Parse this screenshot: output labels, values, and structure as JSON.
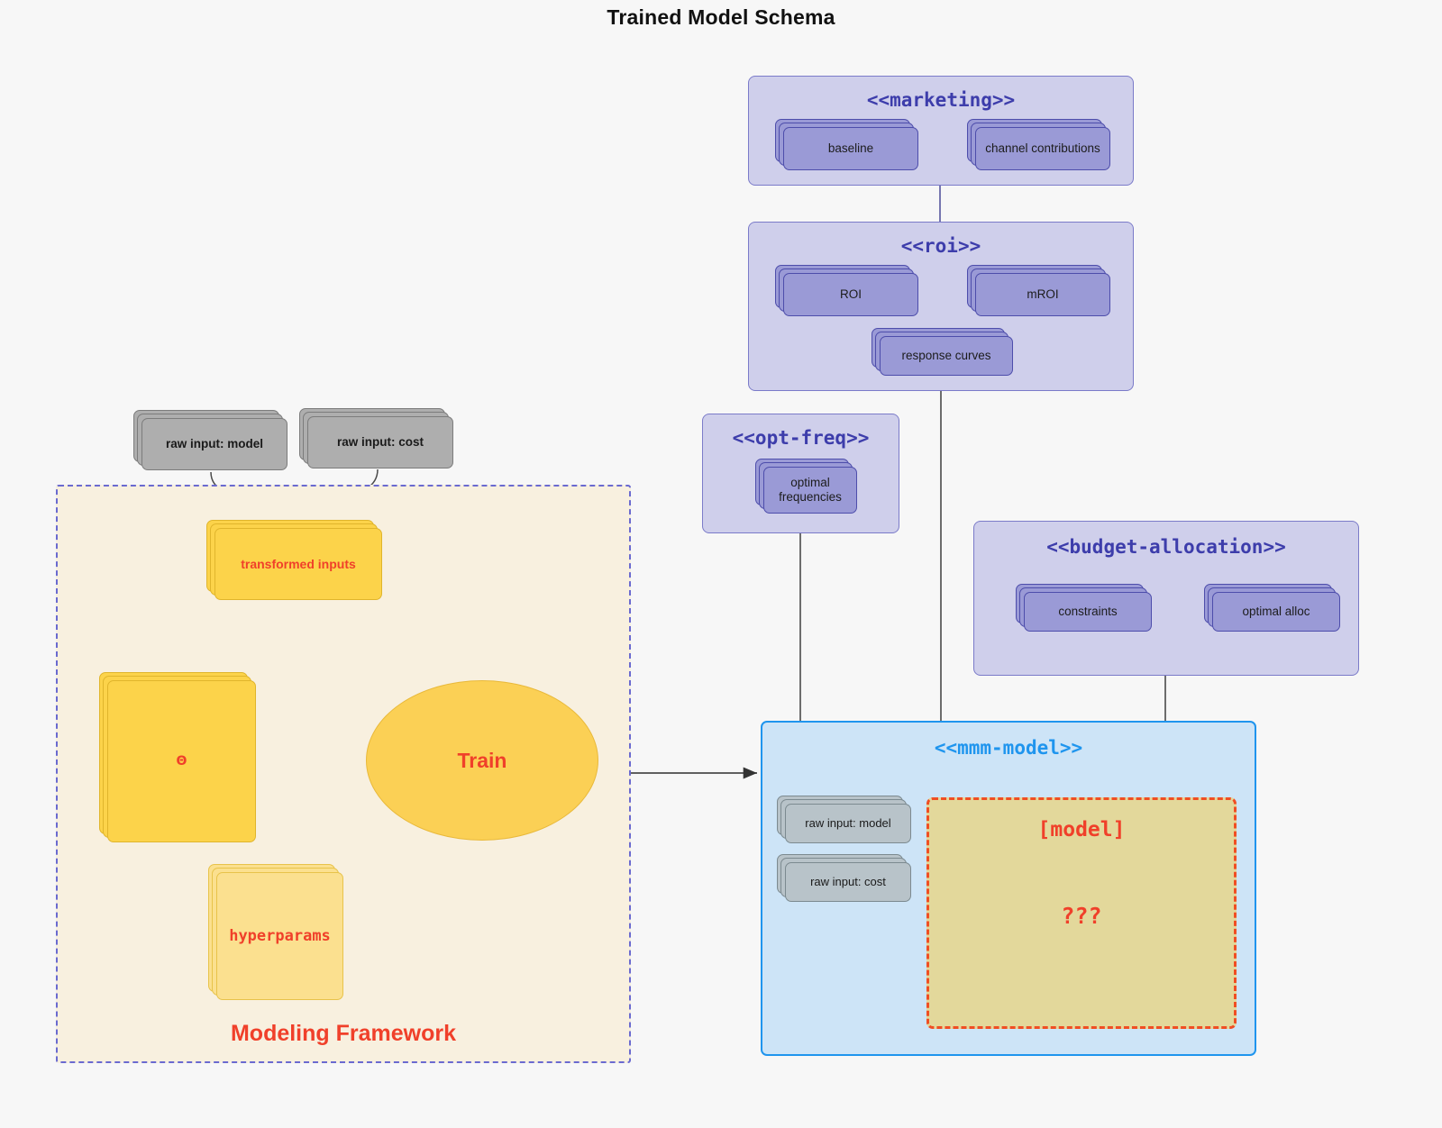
{
  "title": "Trained Model Schema",
  "colors": {
    "background": "#f7f7f7",
    "package_fill": "#cfcfeb",
    "package_border": "#7b7bc9",
    "package_title": "#3d3dab",
    "node_purple_fill": "#9a9ad6",
    "node_purple_border": "#4d4dab",
    "node_grey_fill": "#aeaeae",
    "node_grey_border": "#7c7c7c",
    "framework_fill": "#f8f0df",
    "framework_border": "#6a6ad0",
    "accent_red": "#f0402a",
    "yellow_fill": "#fcd34a",
    "yellow_light_fill": "#fbe08f",
    "mmm_fill": "#cde4f7",
    "mmm_border": "#1f95ee",
    "modelbox_fill": "#e3d89b",
    "modelbox_border": "#f04e23"
  },
  "packages": {
    "marketing": {
      "title": "<<marketing>>",
      "nodes": [
        {
          "label": "baseline"
        },
        {
          "label": "channel contributions"
        }
      ]
    },
    "roi": {
      "title": "<<roi>>",
      "nodes": [
        {
          "label": "ROI"
        },
        {
          "label": "mROI"
        },
        {
          "label": "response curves"
        }
      ]
    },
    "opt_freq": {
      "title": "<<opt-freq>>",
      "nodes": [
        {
          "label": "optimal\nfrequencies"
        }
      ]
    },
    "budget_allocation": {
      "title": "<<budget-allocation>>",
      "nodes": [
        {
          "label": "constraints"
        },
        {
          "label": "optimal alloc"
        }
      ]
    },
    "mmm_model": {
      "title": "<<mmm-model>>",
      "inputs": [
        {
          "label": "raw input: model"
        },
        {
          "label": "raw input: cost"
        }
      ],
      "model_box": {
        "title": "[model]",
        "unknown": "???"
      }
    }
  },
  "framework": {
    "label": "Modeling Framework",
    "raw_inputs": [
      {
        "label": "raw input: model"
      },
      {
        "label": "raw input: cost"
      }
    ],
    "transformed": {
      "label": "transformed inputs"
    },
    "theta": {
      "label": "Θ"
    },
    "hyperparams": {
      "label": "hyperparams"
    },
    "train": {
      "label": "Train"
    }
  }
}
